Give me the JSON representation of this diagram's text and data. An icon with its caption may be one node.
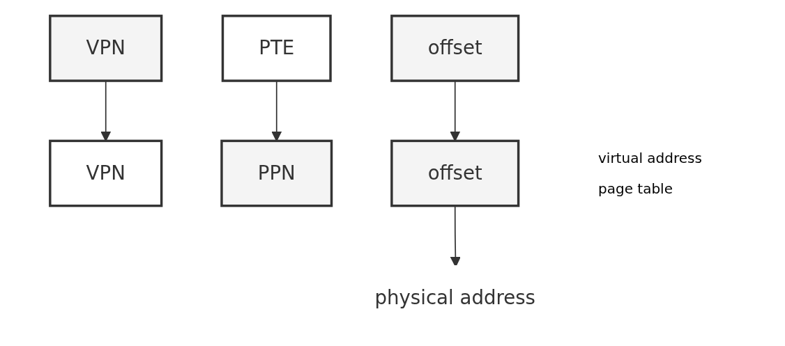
{
  "diagram": {
    "nodes": [
      {
        "text": [
          "VPN"
        ]
      },
      {
        "text": [
          "offset"
        ]
      },
      {
        "text": [
          "VPN"
        ]
      },
      {
        "text": [
          "PTE"
        ]
      },
      {
        "text": [
          "PPN"
        ]
      },
      {
        "text": [
          "offset"
        ]
      },
      {
        "text": [
          "physical address"
        ]
      }
    ],
    "edges": [
      {
        "from": 0,
        "to": 2,
        "arrow": "to"
      },
      {
        "from": 1,
        "to": 5,
        "arrow": "to"
      },
      {
        "from": 3,
        "to": 4,
        "arrow": "to"
      },
      {
        "from": 5,
        "to": 6,
        "arrow": "to"
      }
    ],
    "labels": [
      "virtual address",
      "page table"
    ]
  }
}
